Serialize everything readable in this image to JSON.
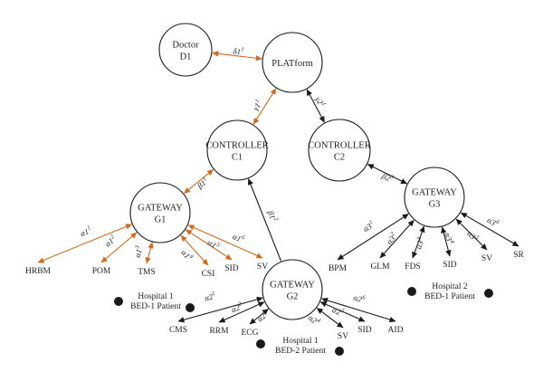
{
  "colors": {
    "orange": "#D2691E",
    "black": "#1a1a1a",
    "node_fill": "#ffffff"
  },
  "nodes": [
    {
      "id": "doctor",
      "lines": [
        "Doctor",
        "D1"
      ]
    },
    {
      "id": "platform",
      "lines": [
        "PLATform"
      ]
    },
    {
      "id": "c1",
      "lines": [
        "CONTROLLER",
        "C1"
      ]
    },
    {
      "id": "c2",
      "lines": [
        "CONTROLLER",
        "C2"
      ]
    },
    {
      "id": "g1",
      "lines": [
        "GATEWAY",
        "G1"
      ]
    },
    {
      "id": "g2",
      "lines": [
        "GATEWAY",
        "G2"
      ]
    },
    {
      "id": "g3",
      "lines": [
        "GATEWAY",
        "G3"
      ]
    }
  ],
  "leaves": [
    {
      "id": "hrbm",
      "label": "HRBM"
    },
    {
      "id": "pom",
      "label": "POM"
    },
    {
      "id": "tms",
      "label": "TMS"
    },
    {
      "id": "csi",
      "label": "CSI"
    },
    {
      "id": "sid_g1",
      "label": "SID"
    },
    {
      "id": "sv_g1",
      "label": "SV"
    },
    {
      "id": "cms",
      "label": "CMS"
    },
    {
      "id": "rrm",
      "label": "RRM"
    },
    {
      "id": "ecg",
      "label": "ECG"
    },
    {
      "id": "sv_g2",
      "label": "SV"
    },
    {
      "id": "sid_g2",
      "label": "SID"
    },
    {
      "id": "aid",
      "label": "AID"
    },
    {
      "id": "bpm",
      "label": "BPM"
    },
    {
      "id": "glm",
      "label": "GLM"
    },
    {
      "id": "fds",
      "label": "FDS"
    },
    {
      "id": "sid_g3",
      "label": "SID"
    },
    {
      "id": "sv_g3",
      "label": "SV"
    },
    {
      "id": "sr",
      "label": "SR"
    }
  ],
  "edges": [
    {
      "id": "doctor-platform",
      "label": "δ1 1",
      "color": "orange"
    },
    {
      "id": "platform-c1",
      "label": "γ1 1",
      "color": "orange"
    },
    {
      "id": "platform-c2",
      "label": "γ2 1",
      "color": "black"
    },
    {
      "id": "c1-g1",
      "label": "β1 1",
      "color": "orange"
    },
    {
      "id": "c2-g3",
      "label": "β2 1",
      "color": "black"
    },
    {
      "id": "c1-g2",
      "label": "β1 2",
      "color": "black"
    },
    {
      "id": "g1-hrbm",
      "label": "α1 1",
      "color": "orange"
    },
    {
      "id": "g1-pom",
      "label": "α1 2",
      "color": "orange"
    },
    {
      "id": "g1-tms",
      "label": "α1 3",
      "color": "orange"
    },
    {
      "id": "g1-csi",
      "label": "α1 4",
      "color": "orange"
    },
    {
      "id": "g1-sid",
      "label": "α1 5",
      "color": "orange"
    },
    {
      "id": "g1-sv",
      "label": "α1 6",
      "color": "orange"
    },
    {
      "id": "g2-cms",
      "label": "α2 1",
      "color": "black"
    },
    {
      "id": "g2-rrm",
      "label": "α2 2",
      "color": "black"
    },
    {
      "id": "g2-ecg",
      "label": "α2 3",
      "color": "black"
    },
    {
      "id": "g2-sv",
      "label": "α2 4",
      "color": "black"
    },
    {
      "id": "g2-sid",
      "label": "α2 5",
      "color": "black"
    },
    {
      "id": "g2-aid",
      "label": "α2 6",
      "color": "black"
    },
    {
      "id": "g3-bpm",
      "label": "α3 1",
      "color": "black"
    },
    {
      "id": "g3-glm",
      "label": "α3 2",
      "color": "black"
    },
    {
      "id": "g3-fds",
      "label": "α3 3",
      "color": "black"
    },
    {
      "id": "g3-sid",
      "label": "α3 4",
      "color": "black"
    },
    {
      "id": "g3-sv",
      "label": "α3 5",
      "color": "black"
    },
    {
      "id": "g3-sr",
      "label": "α3 6",
      "color": "black"
    }
  ],
  "patients": [
    {
      "id": "patient-g1",
      "lines": [
        "Hospital 1",
        "BED-1 Patient"
      ]
    },
    {
      "id": "patient-g2",
      "lines": [
        "Hospital 1",
        "BED-2 Patient"
      ]
    },
    {
      "id": "patient-g3",
      "lines": [
        "Hospital 2",
        "BED-1 Patient"
      ]
    }
  ]
}
